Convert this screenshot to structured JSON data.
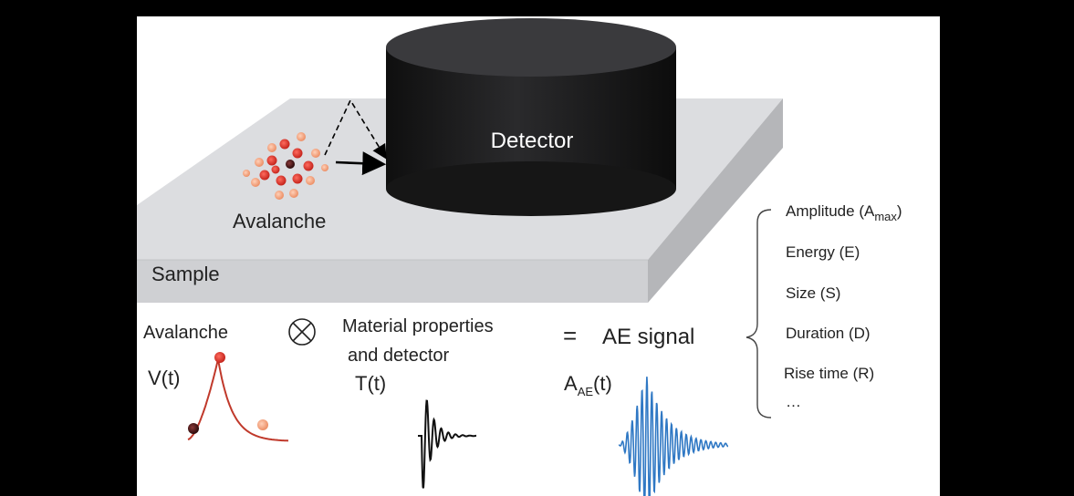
{
  "labels": {
    "detector": "Detector",
    "avalanche_top": "Avalanche",
    "sample": "Sample",
    "avalanche_eq": "Avalanche",
    "convolve": "⊗",
    "material_line1": "Material properties",
    "material_line2": "and detector",
    "equals": "=",
    "ae_signal": "AE signal",
    "v_of_t": "V(t)",
    "t_of_t": "T(t)",
    "a_main": "A",
    "a_sub": "AE",
    "a_tail": "(t)"
  },
  "features": {
    "amplitude_main": "Amplitude (A",
    "amplitude_sub": "max",
    "amplitude_tail": ")",
    "energy": "Energy (E)",
    "size": "Size (S)",
    "duration": "Duration (D)",
    "rise_time": "Rise time (R)",
    "more": "…"
  },
  "colors": {
    "background": "#000000",
    "panel": "#ffffff",
    "plate_top": "#dcdde0",
    "plate_front": "#cfd0d3",
    "plate_side": "#b9babd",
    "detector_top": "#3a3a3c",
    "detector_body": "#1a1a1a",
    "avalanche_red": "#d9302a",
    "avalanche_orange": "#f2a07a",
    "pulse_red": "#c0392b",
    "ae_blue": "#2f78c4",
    "text": "#222222"
  }
}
